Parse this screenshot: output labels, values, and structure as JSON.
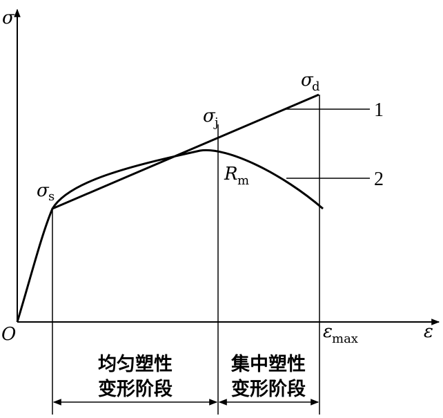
{
  "axes": {
    "y_label": "σ",
    "x_label": "ε",
    "origin_label": "O"
  },
  "points": {
    "sigma_s": {
      "sym": "σ",
      "sub": "s"
    },
    "sigma_j": {
      "sym": "σ",
      "sub": "j"
    },
    "sigma_d": {
      "sym": "σ",
      "sub": "d"
    },
    "r_m": {
      "sym": "R",
      "sub": "m"
    },
    "eps_max": {
      "sym": "ε",
      "sub": "max"
    }
  },
  "curves": {
    "curve_1_label": "1",
    "curve_2_label": "2"
  },
  "stages": {
    "uniform_line1": "均匀塑性",
    "uniform_line2": "变形阶段",
    "concentrated_line1": "集中塑性",
    "concentrated_line2": "变形阶段"
  }
}
